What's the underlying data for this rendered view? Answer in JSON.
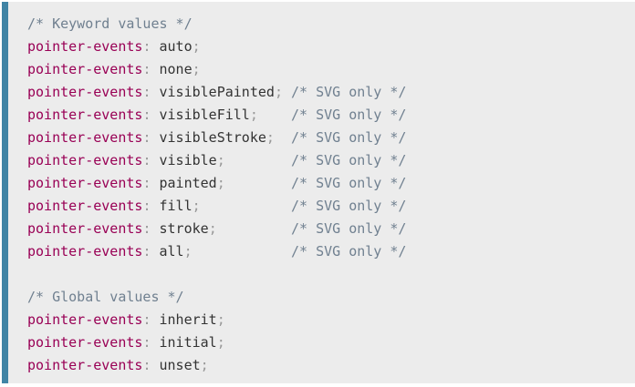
{
  "code_block": {
    "language": "css",
    "comment_column": 32,
    "punctuation": {
      "colon": ":",
      "separator": " ",
      "semicolon": ";"
    },
    "colors": {
      "background": "#ececec",
      "border": "#4084a5",
      "property": "#990055",
      "punctuation": "#999999",
      "value": "#333333",
      "comment": "#708090",
      "page_background": "#ffffff"
    },
    "lines": [
      {
        "type": "comment",
        "text": "/* Keyword values */"
      },
      {
        "type": "declaration",
        "property": "pointer-events",
        "value": "auto"
      },
      {
        "type": "declaration",
        "property": "pointer-events",
        "value": "none"
      },
      {
        "type": "declaration",
        "property": "pointer-events",
        "value": "visiblePainted",
        "comment": "/* SVG only */"
      },
      {
        "type": "declaration",
        "property": "pointer-events",
        "value": "visibleFill",
        "comment": "/* SVG only */"
      },
      {
        "type": "declaration",
        "property": "pointer-events",
        "value": "visibleStroke",
        "comment": "/* SVG only */"
      },
      {
        "type": "declaration",
        "property": "pointer-events",
        "value": "visible",
        "comment": "/* SVG only */"
      },
      {
        "type": "declaration",
        "property": "pointer-events",
        "value": "painted",
        "comment": "/* SVG only */"
      },
      {
        "type": "declaration",
        "property": "pointer-events",
        "value": "fill",
        "comment": "/* SVG only */"
      },
      {
        "type": "declaration",
        "property": "pointer-events",
        "value": "stroke",
        "comment": "/* SVG only */"
      },
      {
        "type": "declaration",
        "property": "pointer-events",
        "value": "all",
        "comment": "/* SVG only */"
      },
      {
        "type": "blank"
      },
      {
        "type": "comment",
        "text": "/* Global values */"
      },
      {
        "type": "declaration",
        "property": "pointer-events",
        "value": "inherit"
      },
      {
        "type": "declaration",
        "property": "pointer-events",
        "value": "initial"
      },
      {
        "type": "declaration",
        "property": "pointer-events",
        "value": "unset"
      }
    ]
  }
}
